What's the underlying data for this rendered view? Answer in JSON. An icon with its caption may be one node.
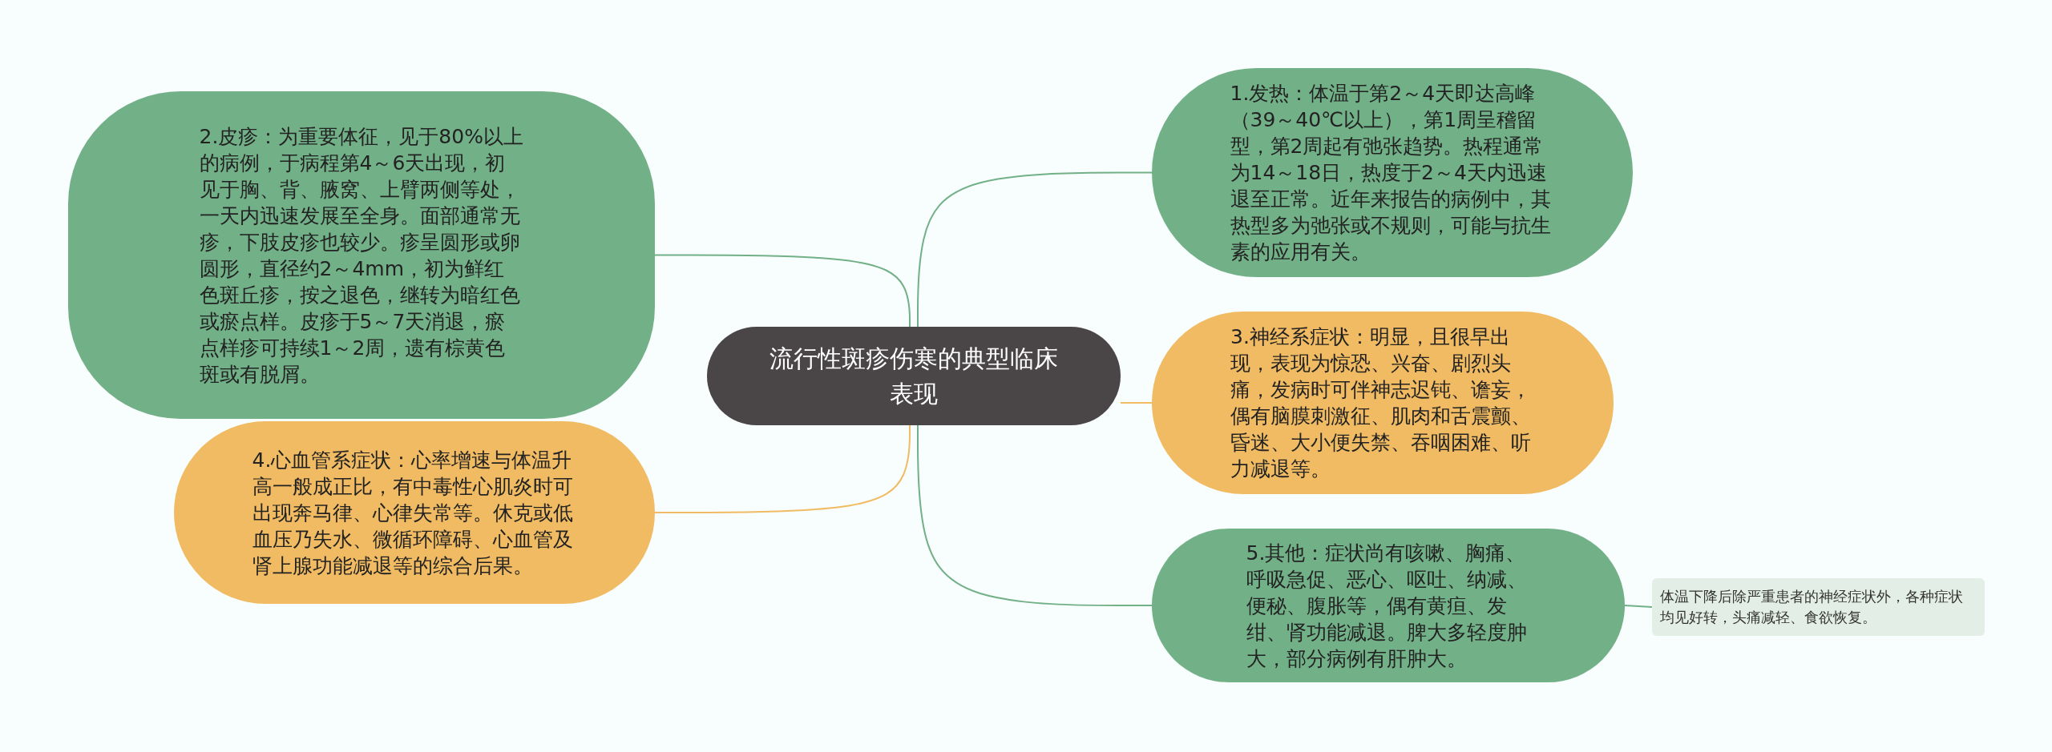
{
  "diagram": {
    "nodes": [
      {
        "text": [
          "流行性斑疹伤寒的典型临床表现"
        ]
      },
      {
        "text": [
          "1.发热：体温于第2～4天即达高峰（39～40℃以上），第1周呈稽留型，第2周起有弛张趋势。热程通常为14～18日，热度于2～4天内迅速退至正常。近年来报告的病例中，其热型多为弛张或不规则，可能与抗生素的应用有关。"
        ]
      },
      {
        "text": [
          "2.皮疹：为重要体征，见于80%以上的病例，于病程第4～6天出现，初见于胸、背、腋窝、上臂两侧等处，一天内迅速发展至全身。面部通常无疹，下肢皮疹也较少。疹呈圆形或卵圆形，直径约2～4mm，初为鲜红色斑丘疹，按之退色，继转为暗红色或瘀点样。皮疹于5～7天消退，瘀点样疹可持续1～2周，遗有棕黄色斑或有脱屑。"
        ]
      },
      {
        "text": [
          "3.神经系症状：明显，且很早出现，表现为惊恐、兴奋、剧烈头痛，发病时可伴神志迟钝、谵妄，偶有脑膜刺激征、肌肉和舌震颤、昏迷、大小便失禁、吞咽困难、听力减退等。"
        ]
      },
      {
        "text": [
          "4.心血管系症状：心率增速与体温升高一般成正比，有中毒性心肌炎时可出现奔马律、心律失常等。休克或低血压乃失水、微循环障碍、心血管及肾上腺功能减退等的综合后果。"
        ]
      },
      {
        "text": [
          "5.其他：症状尚有咳嗽、胸痛、呼吸急促、恶心、呕吐、纳减、便秘、腹胀等，偶有黄疸、发绀、肾功能减退。脾大多轻度肿大，部分病例有肝肿大。"
        ]
      },
      {
        "text": [
          "体温下降后除严重患者的神经症状外，各种症状均见好转，头痛减轻、食欲恢复。"
        ]
      }
    ],
    "edges": [
      {
        "from": 0,
        "to": 1,
        "arrow": "none"
      },
      {
        "from": 0,
        "to": 2,
        "arrow": "none"
      },
      {
        "from": 0,
        "to": 3,
        "arrow": "none",
        "color": "#f0bb62"
      },
      {
        "from": 0,
        "to": 4,
        "arrow": "none",
        "color": "#f0bb62"
      },
      {
        "from": 0,
        "to": 5,
        "arrow": "none"
      },
      {
        "from": 5,
        "to": 6,
        "arrow": "none"
      }
    ]
  }
}
